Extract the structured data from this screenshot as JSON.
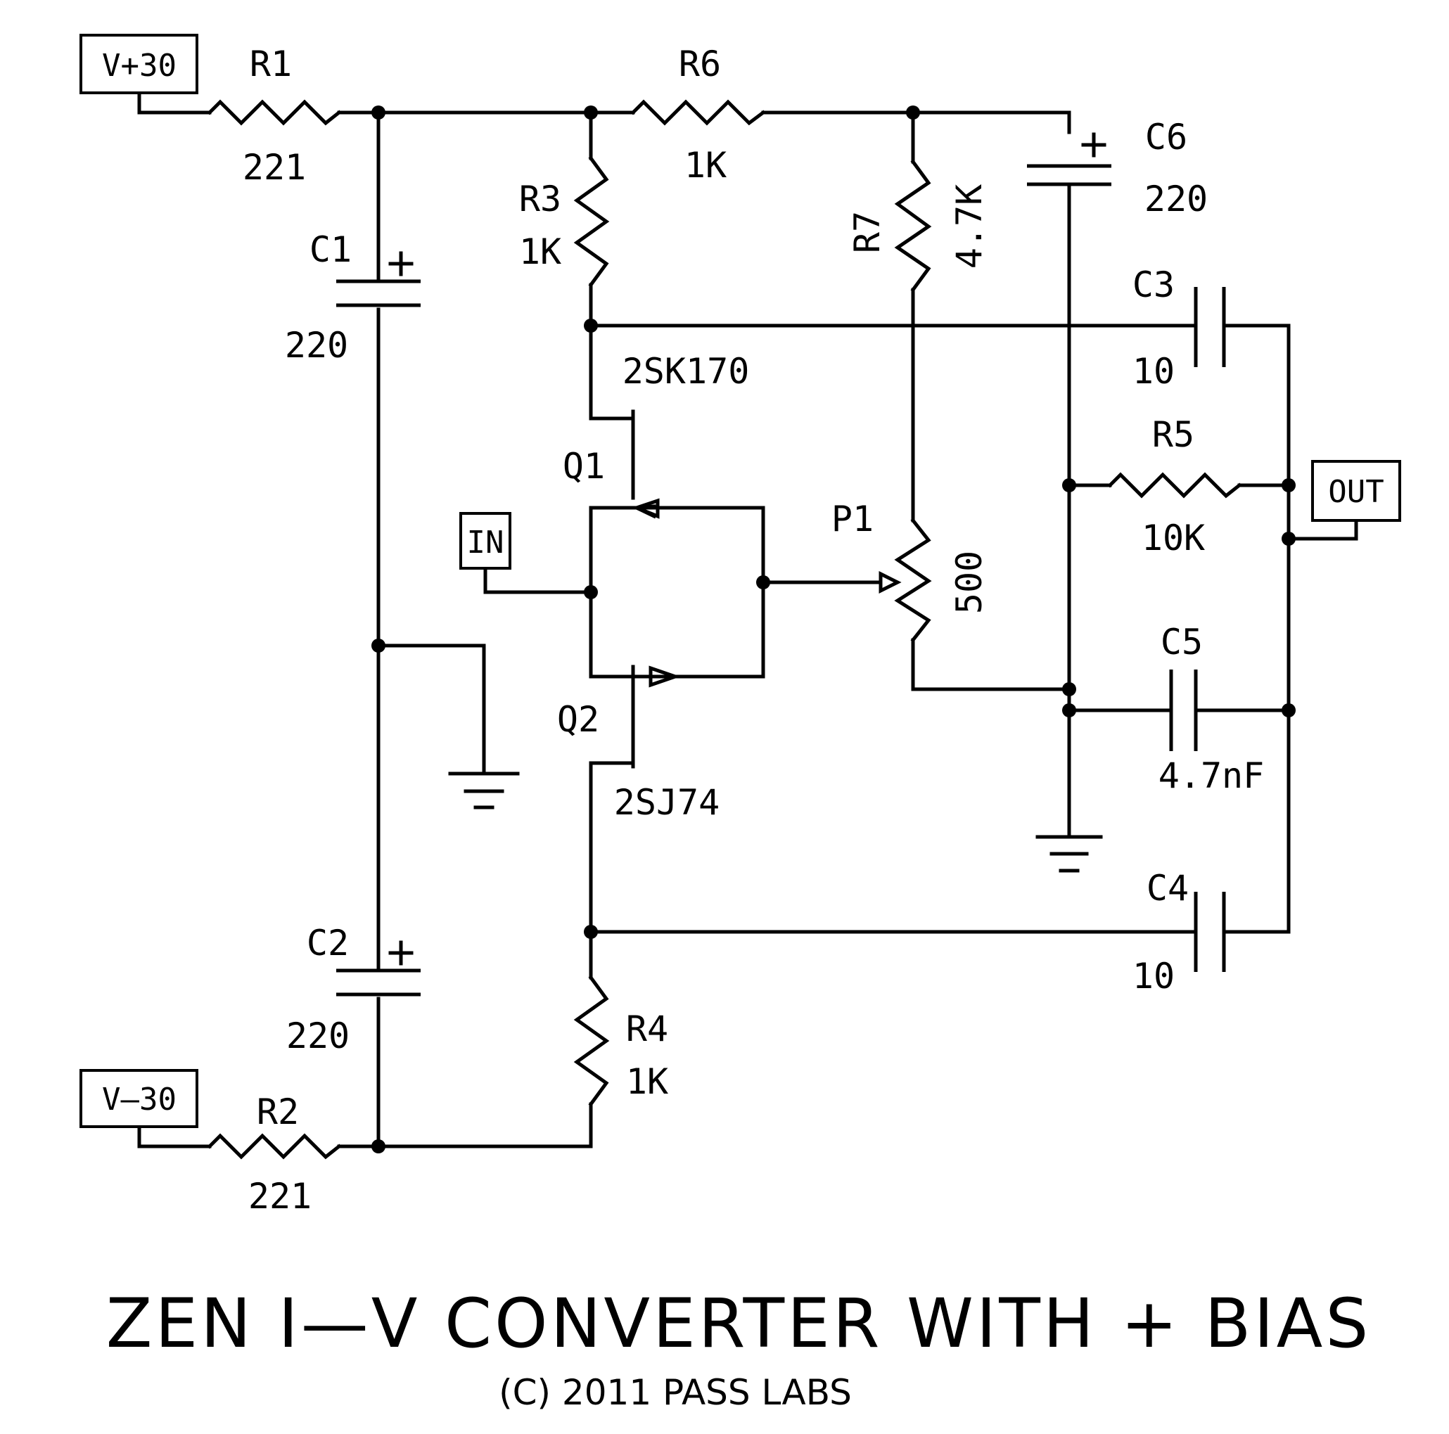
{
  "title": "ZEN I—V CONVERTER WITH + BIAS",
  "copyright": "(C) 2011 PASS LABS",
  "ports": {
    "vplus": "V+30",
    "vminus": "V—30",
    "input": "IN",
    "output": "OUT"
  },
  "components": {
    "R1": {
      "ref": "R1",
      "value": "221"
    },
    "R2": {
      "ref": "R2",
      "value": "221"
    },
    "R3": {
      "ref": "R3",
      "value": "1K"
    },
    "R4": {
      "ref": "R4",
      "value": "1K"
    },
    "R5": {
      "ref": "R5",
      "value": "10K"
    },
    "R6": {
      "ref": "R6",
      "value": "1K"
    },
    "R7": {
      "ref": "R7",
      "value": "4.7K"
    },
    "P1": {
      "ref": "P1",
      "value": "500"
    },
    "C1": {
      "ref": "C1",
      "value": "220",
      "polarity": "+"
    },
    "C2": {
      "ref": "C2",
      "value": "220",
      "polarity": "+"
    },
    "C3": {
      "ref": "C3",
      "value": "10"
    },
    "C4": {
      "ref": "C4",
      "value": "10"
    },
    "C5": {
      "ref": "C5",
      "value": "4.7nF"
    },
    "C6": {
      "ref": "C6",
      "value": "220",
      "polarity": "+"
    },
    "Q1": {
      "ref": "Q1",
      "part": "2SK170"
    },
    "Q2": {
      "ref": "Q2",
      "part": "2SJ74"
    }
  }
}
